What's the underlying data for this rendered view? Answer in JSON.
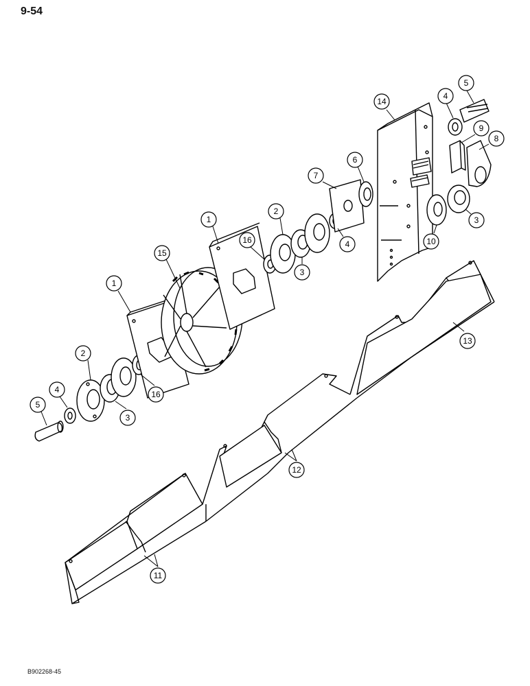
{
  "page": {
    "number": "9-54",
    "figure_code": "B902268-45"
  },
  "callouts": [
    {
      "id": "c5a",
      "label": "5"
    },
    {
      "id": "c4a",
      "label": "4"
    },
    {
      "id": "c14",
      "label": "14"
    },
    {
      "id": "c9",
      "label": "9"
    },
    {
      "id": "c8",
      "label": "8"
    },
    {
      "id": "c6",
      "label": "6"
    },
    {
      "id": "c7",
      "label": "7"
    },
    {
      "id": "c2a",
      "label": "2"
    },
    {
      "id": "c1a",
      "label": "1"
    },
    {
      "id": "c16a",
      "label": "16"
    },
    {
      "id": "c15",
      "label": "15"
    },
    {
      "id": "c3a",
      "label": "3"
    },
    {
      "id": "c4b",
      "label": "4"
    },
    {
      "id": "c10",
      "label": "10"
    },
    {
      "id": "c3b",
      "label": "3"
    },
    {
      "id": "c1b",
      "label": "1"
    },
    {
      "id": "c2b",
      "label": "2"
    },
    {
      "id": "c16b",
      "label": "16"
    },
    {
      "id": "c13",
      "label": "13"
    },
    {
      "id": "c4c",
      "label": "4"
    },
    {
      "id": "c5b",
      "label": "5"
    },
    {
      "id": "c3c",
      "label": "3"
    },
    {
      "id": "c12",
      "label": "12"
    },
    {
      "id": "c11",
      "label": "11"
    }
  ]
}
